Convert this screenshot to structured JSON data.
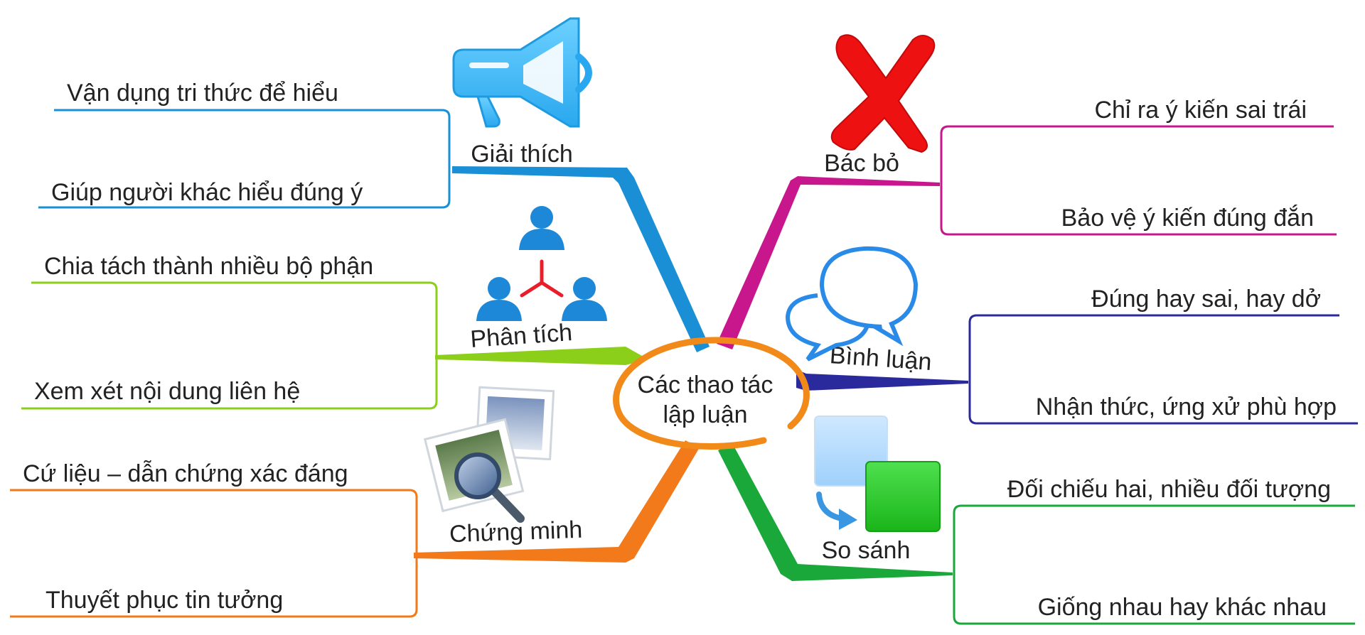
{
  "center": {
    "line1": "Các thao tác",
    "line2": "lập luận",
    "color": "#f28a1a"
  },
  "branches": {
    "giai_thich": {
      "label": "Giải thích",
      "color": "#1a8fd6",
      "items": [
        "Vận dụng tri thức để hiểu",
        "Giúp người khác hiểu đúng ý"
      ],
      "icon": "megaphone-icon"
    },
    "phan_tich": {
      "label": "Phân tích",
      "color": "#8ccf1a",
      "items": [
        "Chia tách thành nhiều bộ phận",
        "Xem xét nội dung liên hệ"
      ],
      "icon": "people-network-icon"
    },
    "chung_minh": {
      "label": "Chứng minh",
      "color": "#f27a1a",
      "items": [
        "Cứ liệu – dẫn chứng xác đáng",
        "Thuyết phục tin tưởng"
      ],
      "icon": "magnifier-photos-icon"
    },
    "bac_bo": {
      "label": "Bác bỏ",
      "color": "#c8168c",
      "items": [
        "Chỉ ra ý kiến sai trái",
        "Bảo vệ ý kiến đúng đắn"
      ],
      "icon": "red-x-icon"
    },
    "binh_luan": {
      "label": "Bình luận",
      "color": "#2a2a9c",
      "items": [
        "Đúng hay sai, hay dở",
        "Nhận thức, ứng xử phù hợp"
      ],
      "icon": "speech-bubbles-icon"
    },
    "so_sanh": {
      "label": "So sánh",
      "color": "#1aa83a",
      "items": [
        "Đối chiếu hai, nhiều đối tượng",
        "Giống nhau hay khác nhau"
      ],
      "icon": "compare-squares-icon"
    }
  }
}
